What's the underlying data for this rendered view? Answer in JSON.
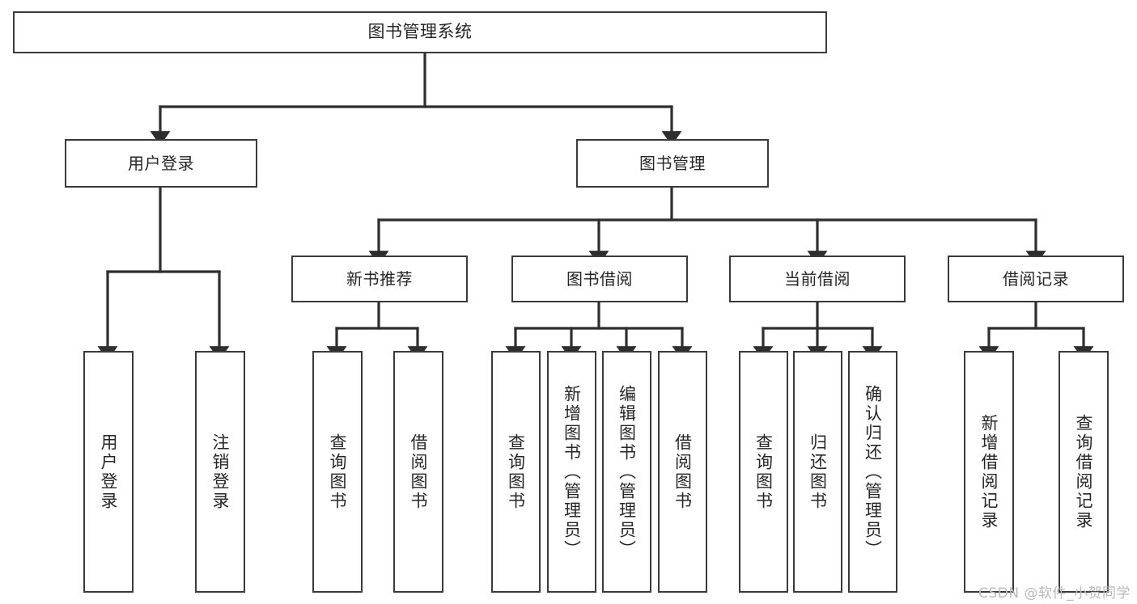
{
  "diagram": {
    "title": "图书管理系统",
    "type": "功能结构图",
    "line_color": "#3a3a3a",
    "text_color": "#262626",
    "background_color": "#ffffff",
    "watermark": "CSDN @软件_小贺同学"
  },
  "root": {
    "label": "图书管理系统"
  },
  "level2": [
    {
      "label": "用户登录"
    },
    {
      "label": "图书管理"
    }
  ],
  "level3": [
    {
      "label": "新书推荐"
    },
    {
      "label": "图书借阅"
    },
    {
      "label": "当前借阅"
    },
    {
      "label": "借阅记录"
    }
  ],
  "leaves": {
    "user_login": [
      {
        "label": "用户登录"
      },
      {
        "label": "注销登录"
      }
    ],
    "new_book_recommend": [
      {
        "label": "查询图书"
      },
      {
        "label": "借阅图书"
      }
    ],
    "book_borrow": [
      {
        "label": "查询图书"
      },
      {
        "label": "新增图书（管理员）"
      },
      {
        "label": "编辑图书（管理员）"
      },
      {
        "label": "借阅图书"
      }
    ],
    "current_borrow": [
      {
        "label": "查询图书"
      },
      {
        "label": "归还图书"
      },
      {
        "label": "确认归还（管理员）"
      }
    ],
    "borrow_record": [
      {
        "label": "新增借阅记录"
      },
      {
        "label": "查询借阅记录"
      }
    ]
  }
}
